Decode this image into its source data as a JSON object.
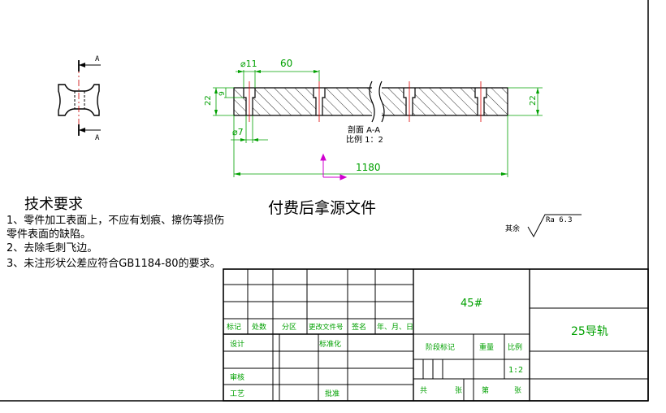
{
  "section_marks": {
    "label": "A"
  },
  "dims": {
    "dia11": "⌀11",
    "dim60": "60",
    "dim22_left": "22",
    "dim9": "9",
    "dim22_right": "22",
    "dia7": "⌀7",
    "dim1180": "1180"
  },
  "section_caption": {
    "line1": "剖面 A-A",
    "line2": "比例 1：2"
  },
  "watermark": "付费后拿源文件",
  "tech": {
    "title": "技术要求",
    "lines": [
      "1、零件加工表面上，不应有划痕、擦伤等损伤",
      "零件表面的缺陷。",
      "2、去除毛刺飞边。",
      "3、未注形状公差应符合GB1184-80的要求。"
    ]
  },
  "roughness": {
    "prefix": "其余",
    "value": "Ra 6.3"
  },
  "title_block": {
    "material": "45#",
    "part_name": "25导轨",
    "headers": [
      "标记",
      "处数",
      "分区",
      "更改文件号",
      "签名",
      "年、月、日"
    ],
    "design": "设计",
    "standard": "标准化",
    "stage": "阶段标记",
    "weight": "重量",
    "scale_label": "比例",
    "scale_value": "1:2",
    "check": "审核",
    "craft": "工艺",
    "approve": "批准",
    "total": "共",
    "sheets1": "张",
    "number": "第",
    "sheets2": "张"
  }
}
